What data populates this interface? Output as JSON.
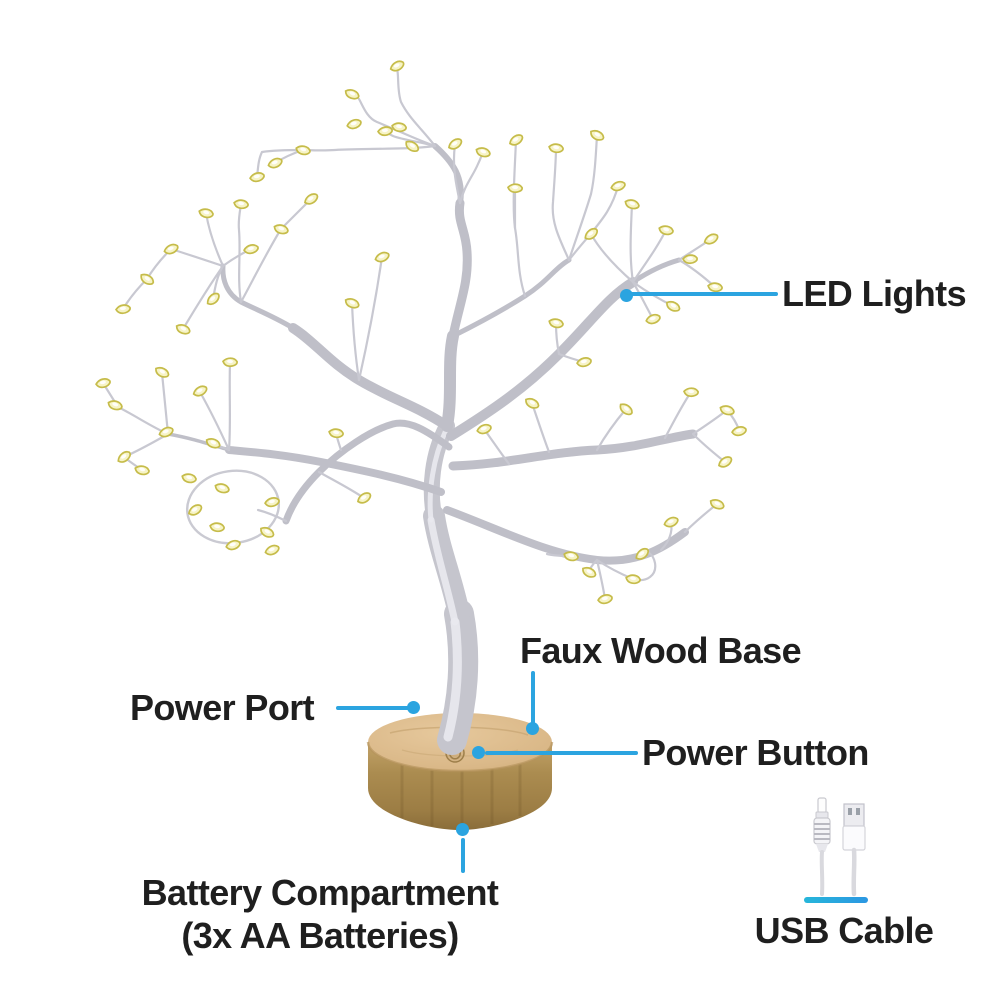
{
  "product": "LED tree lamp feature diagram",
  "labels": {
    "led_lights": "LED Lights",
    "power_port": "Power Port",
    "faux_wood_base": "Faux Wood Base",
    "power_button": "Power Button",
    "battery_line1": "Battery Compartment",
    "battery_line2": "(3x AA Batteries)",
    "usb_cable": "USB Cable"
  },
  "icons": {
    "usb_cable": "usb-cable-icon",
    "power_button_glyph": "power-icon",
    "callout_marker": "dot-icon"
  },
  "colors": {
    "connector_blue": "#2ba4e0",
    "label_text": "#1f1f1f",
    "background": "#ffffff",
    "wood_top": "#d9b786",
    "wood_side": "#a98c52",
    "branch_silver": "#c2c2cb",
    "led_yellow": "#c6bc4a"
  }
}
